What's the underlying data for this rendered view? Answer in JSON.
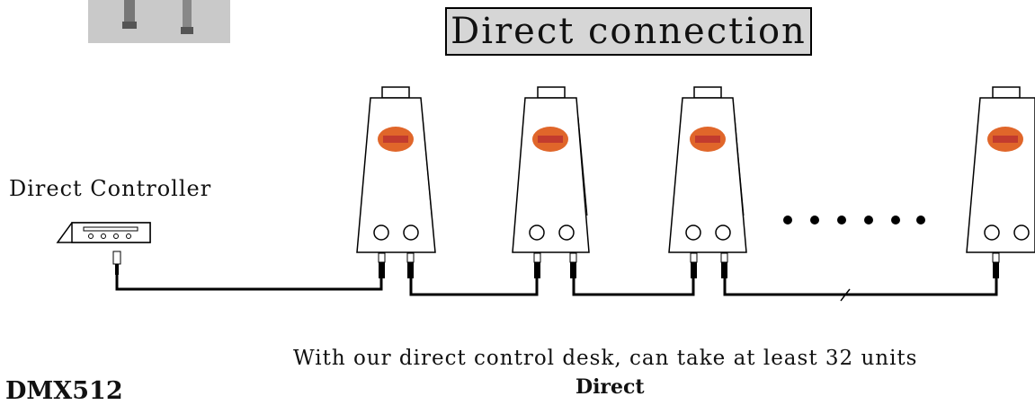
{
  "title": "Direct connection",
  "controller_label": "Direct Controller",
  "caption": "With our direct control desk, can take at least 32 units",
  "caption_sub": "Direct",
  "protocol_label": "DMX512",
  "fixtures_drawn": 4,
  "colors": {
    "title_box_bg": "#d6d6d6",
    "line": "#000000",
    "badge": "#e0662a"
  }
}
